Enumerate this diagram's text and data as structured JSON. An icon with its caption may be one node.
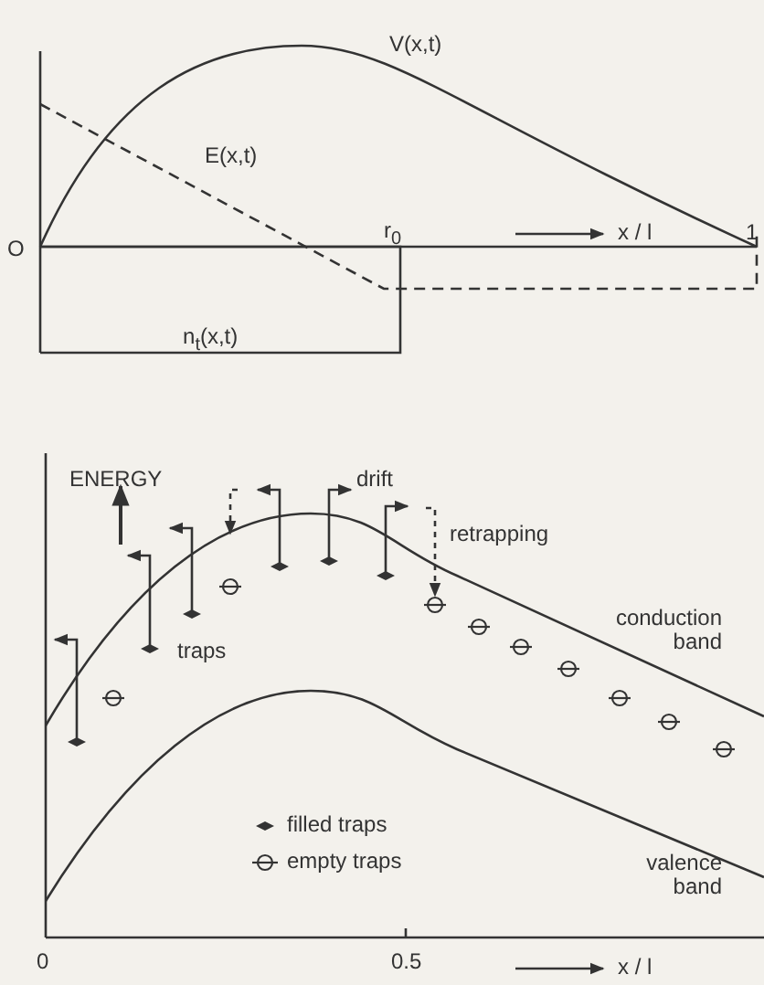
{
  "diagram": {
    "labels": [
      "V(x,t)",
      "E(x,t)",
      "O",
      "r$_{0}$",
      "x / l",
      "1",
      "n$_{t}$(x,t)",
      "ENERGY",
      "drift",
      "retrapping",
      "traps",
      "conduction band",
      "valence band",
      "0",
      "0.5",
      "x / l"
    ],
    "legend": [
      {
        "text": "filled traps"
      },
      {
        "text": "empty traps"
      }
    ]
  }
}
